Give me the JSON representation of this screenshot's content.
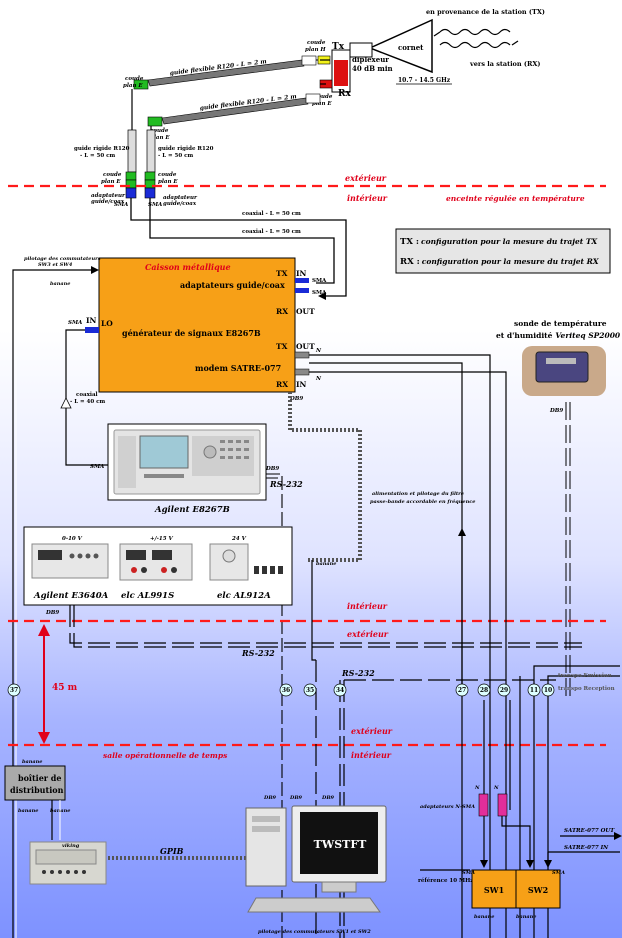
{
  "colors": {
    "box": "#f7a017",
    "zone_line": "#ff1a1a",
    "zone_text": "#e0001a",
    "bg_bottom": "#7e92ff",
    "green": "#22bb22",
    "yellow": "#f2f21a",
    "red": "#dd1111",
    "blue": "#1a2bd6",
    "magenta": "#e22e9a"
  },
  "antenna": {
    "from_station": "en provenance de la station (TX)",
    "to_station": "vers la station (RX)",
    "cornet": "cornet",
    "band": "10.7 - 14.5 GHz",
    "tx": "Tx",
    "rx": "Rx",
    "diplexer": "diplexeur",
    "diplexer_iso": "40 dB min",
    "guide_top": "guide flexible R120 - L = 2 m",
    "guide_bottom": "guide flexible R120 - L = 2 m",
    "coude_h": "coude",
    "coude_h2": "plan H",
    "coude_e_right": "coude",
    "coude_e_right2": "plan E",
    "coude_e_left1": "coude",
    "coude_e_left1b": "plan E",
    "coude_e_left2": "coude",
    "coude_e_left2b": "plan E",
    "rigid_left": "guide rigide R120",
    "rigid_left2": "- L = 50 cm",
    "rigid_right": "guide rigide R120",
    "rigid_right2": "- L = 50 cm",
    "coude_low_left": "coude",
    "coude_low_left2": "plan E",
    "coude_low_right": "coude",
    "coude_low_right2": "plan E"
  },
  "zones": {
    "exterieur_1": "extérieur",
    "interieur_1": "intérieur",
    "enceinte": "enceinte régulée en température",
    "interieur_2": "intérieur",
    "exterieur_2": "extérieur",
    "exterieur_3": "extérieur",
    "salle": "salle opérationnelle de temps",
    "interieur_3": "intérieur"
  },
  "adapters": {
    "left": "adaptateur",
    "left2": "guide/coax",
    "right": "adaptateur",
    "right2": "guide/coax",
    "sma_left": "SMA",
    "sma_right": "SMA"
  },
  "coax": {
    "top": "coaxial - L = 50 cm",
    "bottom": "coaxial - L = 50 cm"
  },
  "legend": {
    "tx_key": "TX :",
    "tx_text": "configuration pour la mesure du trajet TX",
    "rx_key": "RX :",
    "rx_text": "configuration pour la mesure du trajet RX"
  },
  "caisson": {
    "title": "Caisson métallique",
    "adapters": "adaptateurs guide/coax",
    "generator": "générateur de signaux E8267B",
    "modem": "modem SATRE-077",
    "tx_top": "TX",
    "in_top": "IN",
    "rx_mid": "RX",
    "out_mid": "OUT",
    "lo": "LO",
    "in_lo": "IN",
    "tx_mid": "TX",
    "out_low": "OUT",
    "rx_low": "RX",
    "in_low": "IN",
    "sma1": "SMA",
    "sma2": "SMA",
    "sma_lo": "SMA",
    "n1": "N",
    "n2": "N",
    "db9": "DB9"
  },
  "pilotage": {
    "line1": "pilotage des commutateurs",
    "line2": "SW3 et SW4",
    "banane": "banane"
  },
  "sonde": {
    "line1": "sonde de température",
    "line2": "et d'humidité",
    "model": "Veriteq SP2000",
    "db9": "DB9"
  },
  "coax_lo": {
    "line1": "coaxial",
    "line2": "- L = 40 cm",
    "sma": "SMA"
  },
  "agilent": {
    "label": "Agilent E8267B",
    "db9": "DB9",
    "rs232": "RS-232",
    "alim1": "alimentation et pilotage du filtre",
    "alim2": "passe-bande accordable en fréquence"
  },
  "psus": {
    "v1": "0-10 V",
    "v2": "+/-15 V",
    "v3": "24 V",
    "l1": "Agilent E3640A",
    "l2": "elc AL991S",
    "l3": "elc AL912A",
    "banane": "banane",
    "db9": "DB9"
  },
  "lower": {
    "rs232_a": "RS-232",
    "rs232_b": "RS-232",
    "m45": "45 m",
    "c37": "37",
    "c36": "36",
    "c35": "35",
    "c34": "34",
    "c27": "27",
    "c28": "28",
    "c29": "29",
    "c11": "11",
    "c10": "10",
    "trans_em": "transpo Emission",
    "trans_rec": "transpo Reception",
    "box_title": "boîtier de distribution",
    "banane1": "banane",
    "banane2": "banane",
    "banane3": "banane",
    "viking": "viking",
    "gpib": "GPIB",
    "db9a": "DB9",
    "db9b": "DB9",
    "db9c": "DB9",
    "twstft": "TWSTFT",
    "ref10": "référence 10 MHz",
    "adapt_nsma": "adaptateurs N-SMA",
    "n_a": "N",
    "n_b": "N",
    "satre_out": "SATRE-077 OUT",
    "satre_in": "SATRE-077 IN",
    "sma_a": "SMA",
    "sma_b": "SMA",
    "sw1": "SW1",
    "sw2": "SW2",
    "banane_sw1": "banane",
    "banane_sw2": "banane",
    "pilotage_sw": "pilotage des commutateurs SW1 et SW2"
  }
}
